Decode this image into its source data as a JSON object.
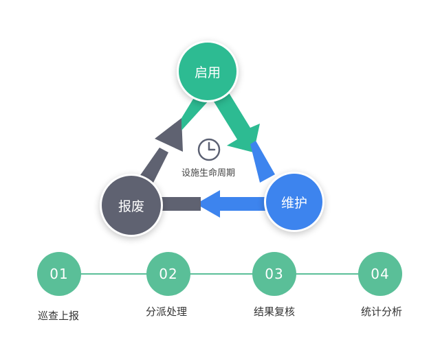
{
  "cycle": {
    "center_label": "设施生命周期",
    "nodes": {
      "start": "启用",
      "maintain": "维护",
      "scrap": "报废"
    },
    "colors": {
      "start": "#2dbb92",
      "maintain": "#3d84ee",
      "scrap": "#5f6271"
    },
    "center_icon": "clock-icon"
  },
  "steps": [
    {
      "number": "01",
      "label": "巡查上报"
    },
    {
      "number": "02",
      "label": "分派处理"
    },
    {
      "number": "03",
      "label": "结果复核"
    },
    {
      "number": "04",
      "label": "统计分析"
    }
  ],
  "step_color": "#5abf98"
}
